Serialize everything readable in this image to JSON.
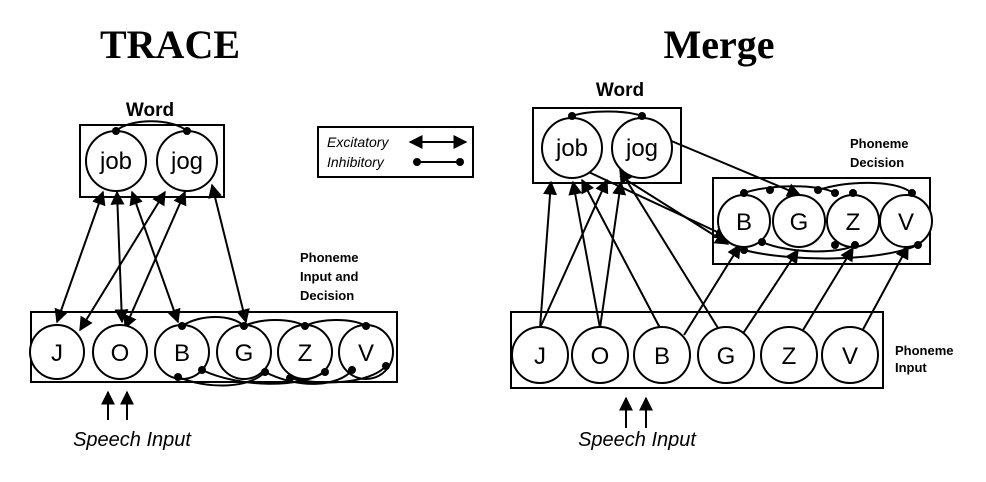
{
  "trace": {
    "title": "TRACE",
    "word_label": "Word",
    "words": [
      "job",
      "jog"
    ],
    "phoneme_label_lines": [
      "Phoneme",
      "Input and",
      "Decision"
    ],
    "phonemes": [
      "J",
      "O",
      "B",
      "G",
      "Z",
      "V"
    ],
    "speech_input": "Speech Input"
  },
  "legend": {
    "excitatory": "Excitatory",
    "inhibitory": "Inhibitory"
  },
  "merge": {
    "title": "Merge",
    "word_label": "Word",
    "words": [
      "job",
      "jog"
    ],
    "decision_label_lines": [
      "Phoneme",
      "Decision"
    ],
    "decision_phonemes": [
      "B",
      "G",
      "Z",
      "V"
    ],
    "input_label_lines": [
      "Phoneme",
      "Input"
    ],
    "input_phonemes": [
      "J",
      "O",
      "B",
      "G",
      "Z",
      "V"
    ],
    "speech_input": "Speech Input"
  }
}
